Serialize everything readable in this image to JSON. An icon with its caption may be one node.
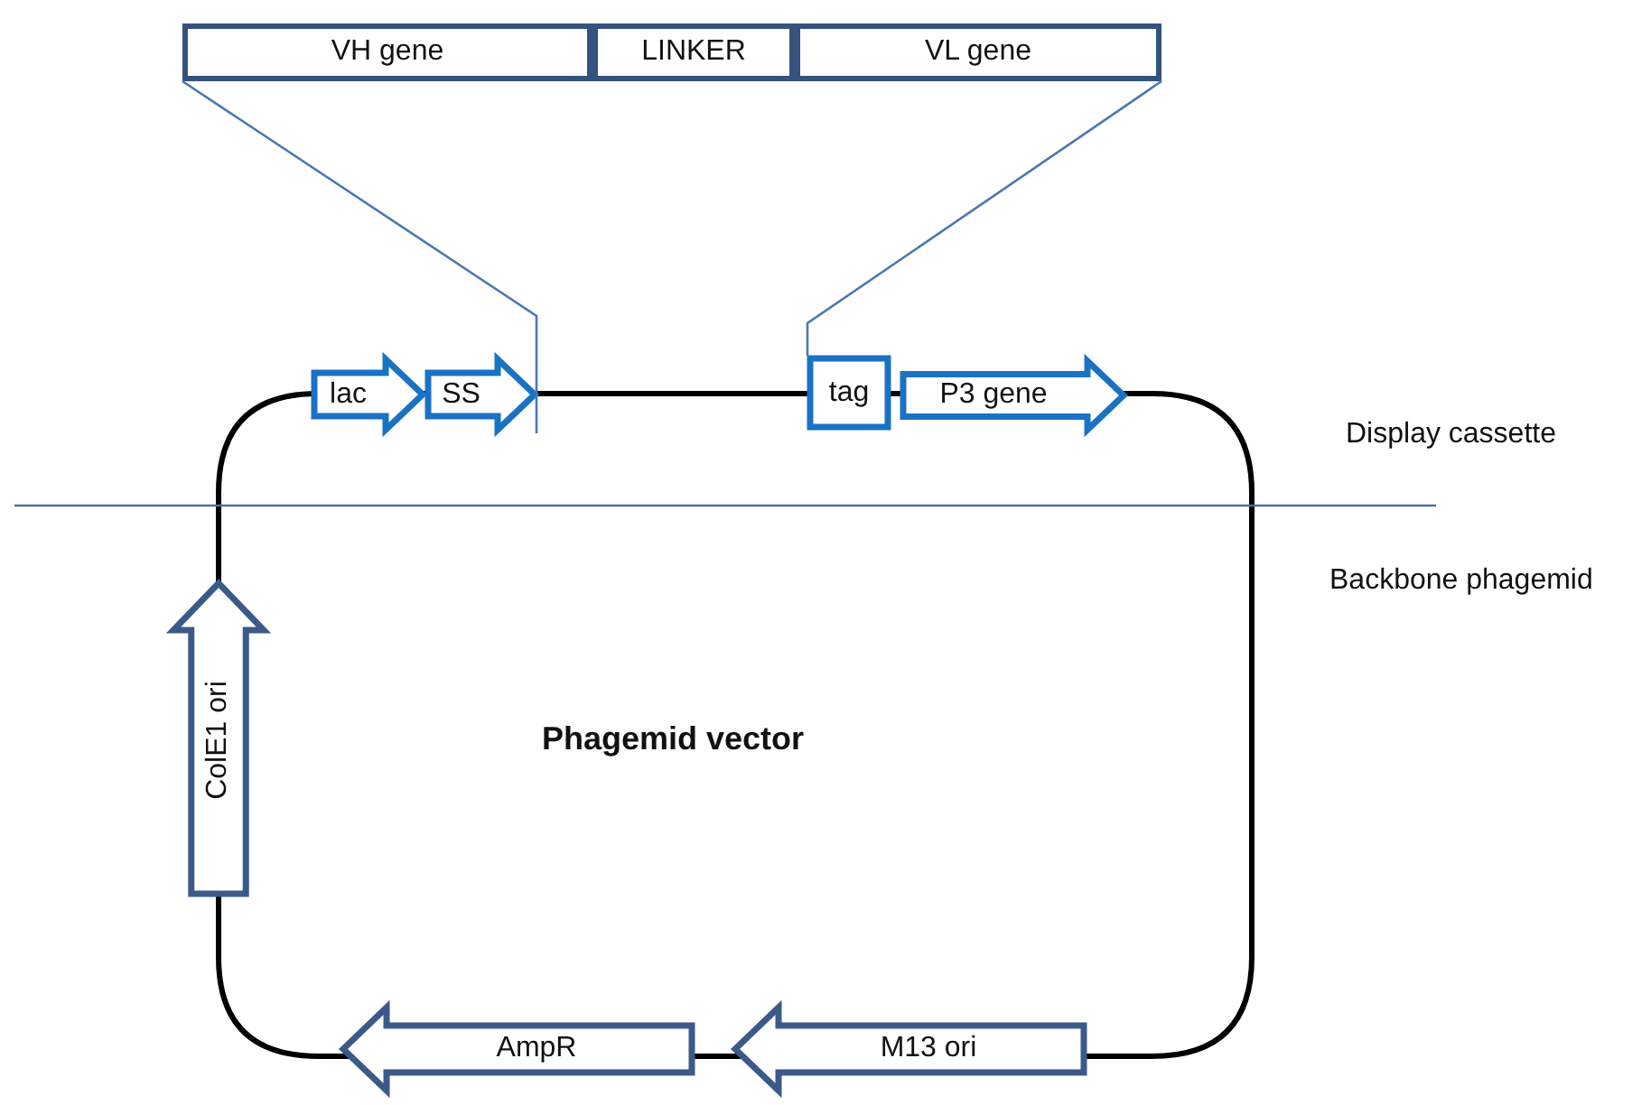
{
  "diagram": {
    "nodes": [
      {
        "text": [
          "VH gene"
        ]
      },
      {
        "text": [
          "LINKER"
        ]
      },
      {
        "text": [
          "VL gene"
        ]
      },
      {
        "text": [
          "lac"
        ]
      },
      {
        "text": [
          "SS"
        ]
      },
      {
        "text": [
          "tag"
        ]
      },
      {
        "text": [
          "P3 gene"
        ]
      },
      {
        "text": [
          "ColE1 ori"
        ]
      },
      {
        "text": [
          "AmpR"
        ]
      },
      {
        "text": [
          "M13 ori"
        ]
      }
    ],
    "edges": [
      {
        "from": 0,
        "to": 4,
        "arrow": "none"
      },
      {
        "from": 2,
        "to": 5,
        "arrow": "none"
      }
    ],
    "title": "Phagemid vector",
    "labels": [
      "Display cassette",
      "Backbone phagemid"
    ]
  }
}
